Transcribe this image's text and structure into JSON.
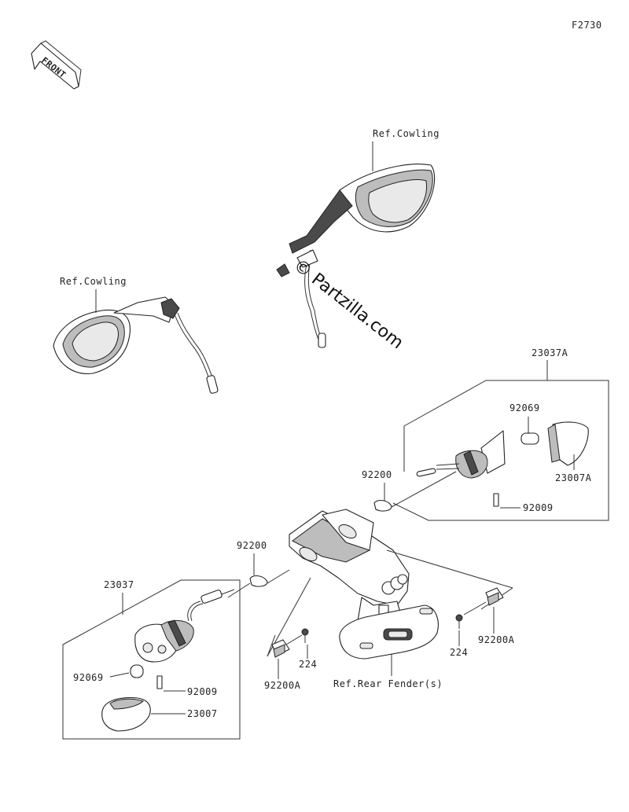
{
  "diagram_code": "F2730",
  "front_badge": "FRONT",
  "watermark": "© Partzilla.com",
  "labels": {
    "ref_cowling_right": "Ref.Cowling",
    "ref_cowling_left": "Ref.Cowling",
    "ref_rear_fender": "Ref.Rear Fender(s)",
    "p23037A": "23037A",
    "p92069_right": "92069",
    "p23007A": "23007A",
    "p92009_right": "92009",
    "p92200_right": "92200",
    "p92200_left": "92200",
    "p23037": "23037",
    "p92069_left": "92069",
    "p92009_left": "92009",
    "p23007": "23007",
    "p224_left": "224",
    "p92200A_left": "92200A",
    "p224_right": "224",
    "p92200A_right": "92200A"
  }
}
